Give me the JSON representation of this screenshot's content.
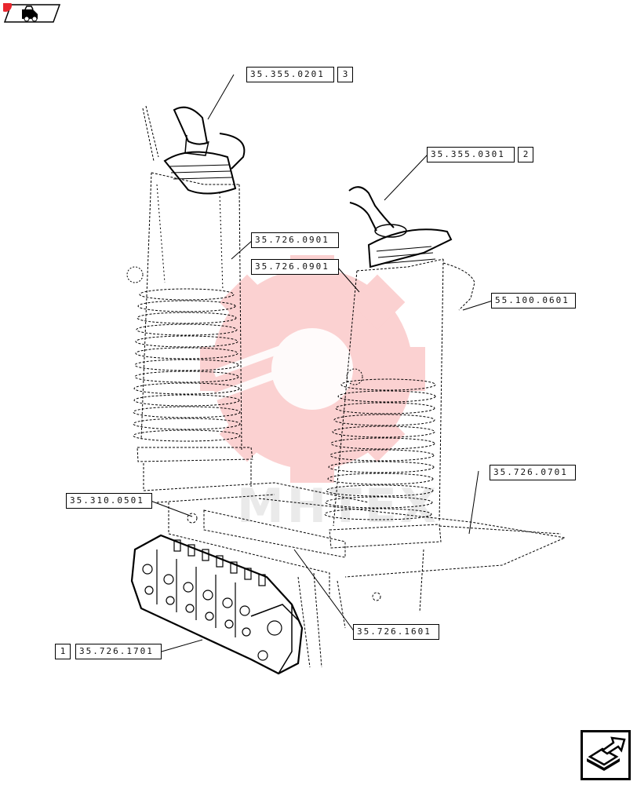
{
  "callouts": [
    {
      "code": "35.355.0201",
      "qty": "3"
    },
    {
      "code": "35.355.0301",
      "qty": "2"
    },
    {
      "code": "35.726.0901",
      "qty": ""
    },
    {
      "code": "35.726.0901",
      "qty": ""
    },
    {
      "code": "55.100.0601",
      "qty": ""
    },
    {
      "code": "35.726.0701",
      "qty": ""
    },
    {
      "code": "35.310.0501",
      "qty": ""
    },
    {
      "code": "35.726.1601",
      "qty": ""
    },
    {
      "code": "35.726.1701",
      "qty": "1"
    }
  ],
  "watermark": {
    "wordmark": "МНТЕХ",
    "color": "#f04a4a"
  },
  "colors": {
    "line": "#000000",
    "dash": "#444444",
    "badge": "#e8262e"
  },
  "icons": {
    "nav": "tractor-badge-icon",
    "next": "next-page-arrow-icon"
  }
}
